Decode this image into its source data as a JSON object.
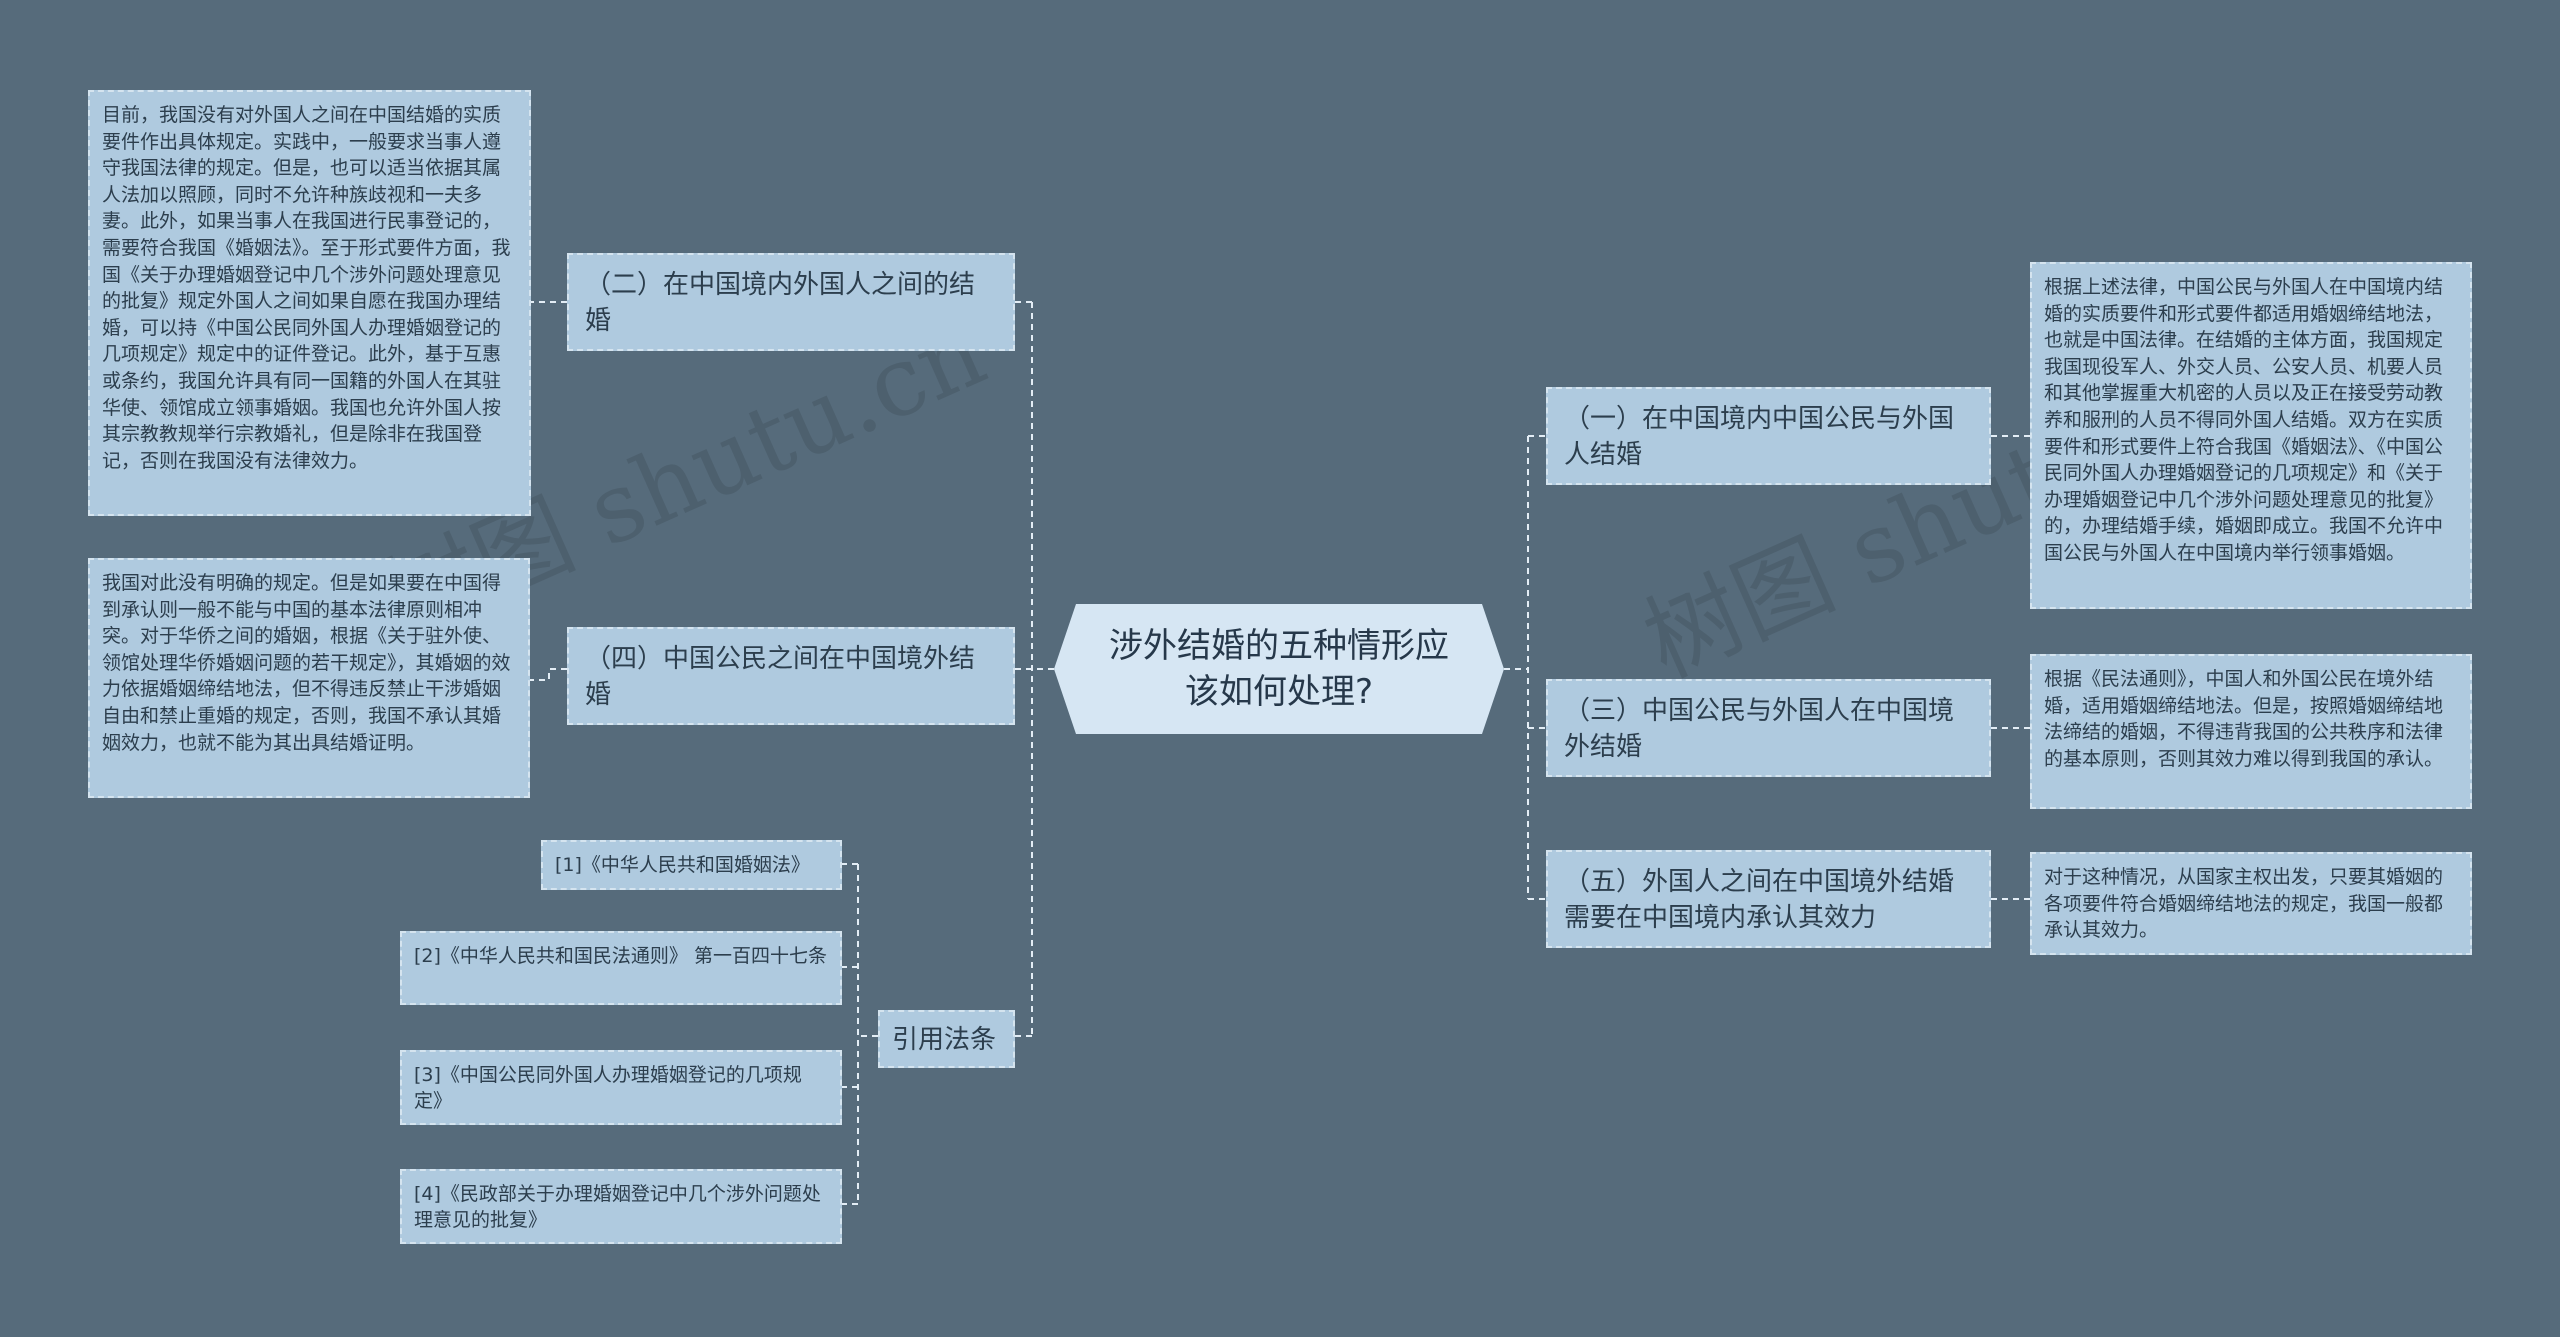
{
  "center": "涉外结婚的五种情形应该如何处理?",
  "watermarks": [
    "树图 shutu.cn",
    "树图 shutu.cn"
  ],
  "branches": {
    "b2": "（二）在中国境内外国人之间的结婚",
    "b4": "（四）中国公民之间在中国境外结婚",
    "refs": "引用法条",
    "b1": "（一）在中国境内中国公民与外国人结婚",
    "b3": "（三）中国公民与外国人在中国境外结婚",
    "b5": "（五）外国人之间在中国境外结婚需要在中国境内承认其效力"
  },
  "leaves": {
    "l2": "目前，我国没有对外国人之间在中国结婚的实质要件作出具体规定。实践中，一般要求当事人遵守我国法律的规定。但是，也可以适当依据其属人法加以照顾，同时不允许种族歧视和一夫多妻。此外，如果当事人在我国进行民事登记的，需要符合我国《婚姻法》。至于形式要件方面，我国《关于办理婚姻登记中几个涉外问题处理意见的批复》规定外国人之间如果自愿在我国办理结婚，可以持《中国公民同外国人办理婚姻登记的几项规定》规定中的证件登记。此外，基于互惠或条约，我国允许具有同一国籍的外国人在其驻华使、领馆成立领事婚姻。我国也允许外国人按其宗教教规举行宗教婚礼，但是除非在我国登记，否则在我国没有法律效力。",
    "l4": "我国对此没有明确的规定。但是如果要在中国得到承认则一般不能与中国的基本法律原则相冲突。对于华侨之间的婚姻，根据《关于驻外使、领馆处理华侨婚姻问题的若干规定》，其婚姻的效力依据婚姻缔结地法，但不得违反禁止干涉婚姻自由和禁止重婚的规定，否则，我国不承认其婚姻效力，也就不能为其出具结婚证明。",
    "l1": "根据上述法律，中国公民与外国人在中国境内结婚的实质要件和形式要件都适用婚姻缔结地法，也就是中国法律。在结婚的主体方面，我国规定我国现役军人、外交人员、公安人员、机要人员和其他掌握重大机密的人员以及正在接受劳动教养和服刑的人员不得同外国人结婚。双方在实质要件和形式要件上符合我国《婚姻法》、《中国公民同外国人办理婚姻登记的几项规定》和《关于办理婚姻登记中几个涉外问题处理意见的批复》的，办理结婚手续，婚姻即成立。我国不允许中国公民与外国人在中国境内举行领事婚姻。",
    "l3": "根据《民法通则》，中国人和外国公民在境外结婚，适用婚姻缔结地法。但是，按照婚姻缔结地法缔结的婚姻，不得违背我国的公共秩序和法律的基本原则，否则其效力难以得到我国的承认。",
    "l5": "对于这种情况，从国家主权出发，只要其婚姻的各项要件符合婚姻缔结地法的规定，我国一般都承认其效力。"
  },
  "refs": [
    "[1]《中华人民共和国婚姻法》",
    "[2]《中华人民共和国民法通则》 第一百四十七条",
    "[3]《中国公民同外国人办理婚姻登记的几项规定》",
    "[4]《民政部关于办理婚姻登记中几个涉外问题处理意见的批复》"
  ],
  "colors": {
    "background": "#566b7b",
    "node_fill": "#afcadf",
    "center_fill": "#d6e6f3",
    "connector": "#e3edf5"
  }
}
